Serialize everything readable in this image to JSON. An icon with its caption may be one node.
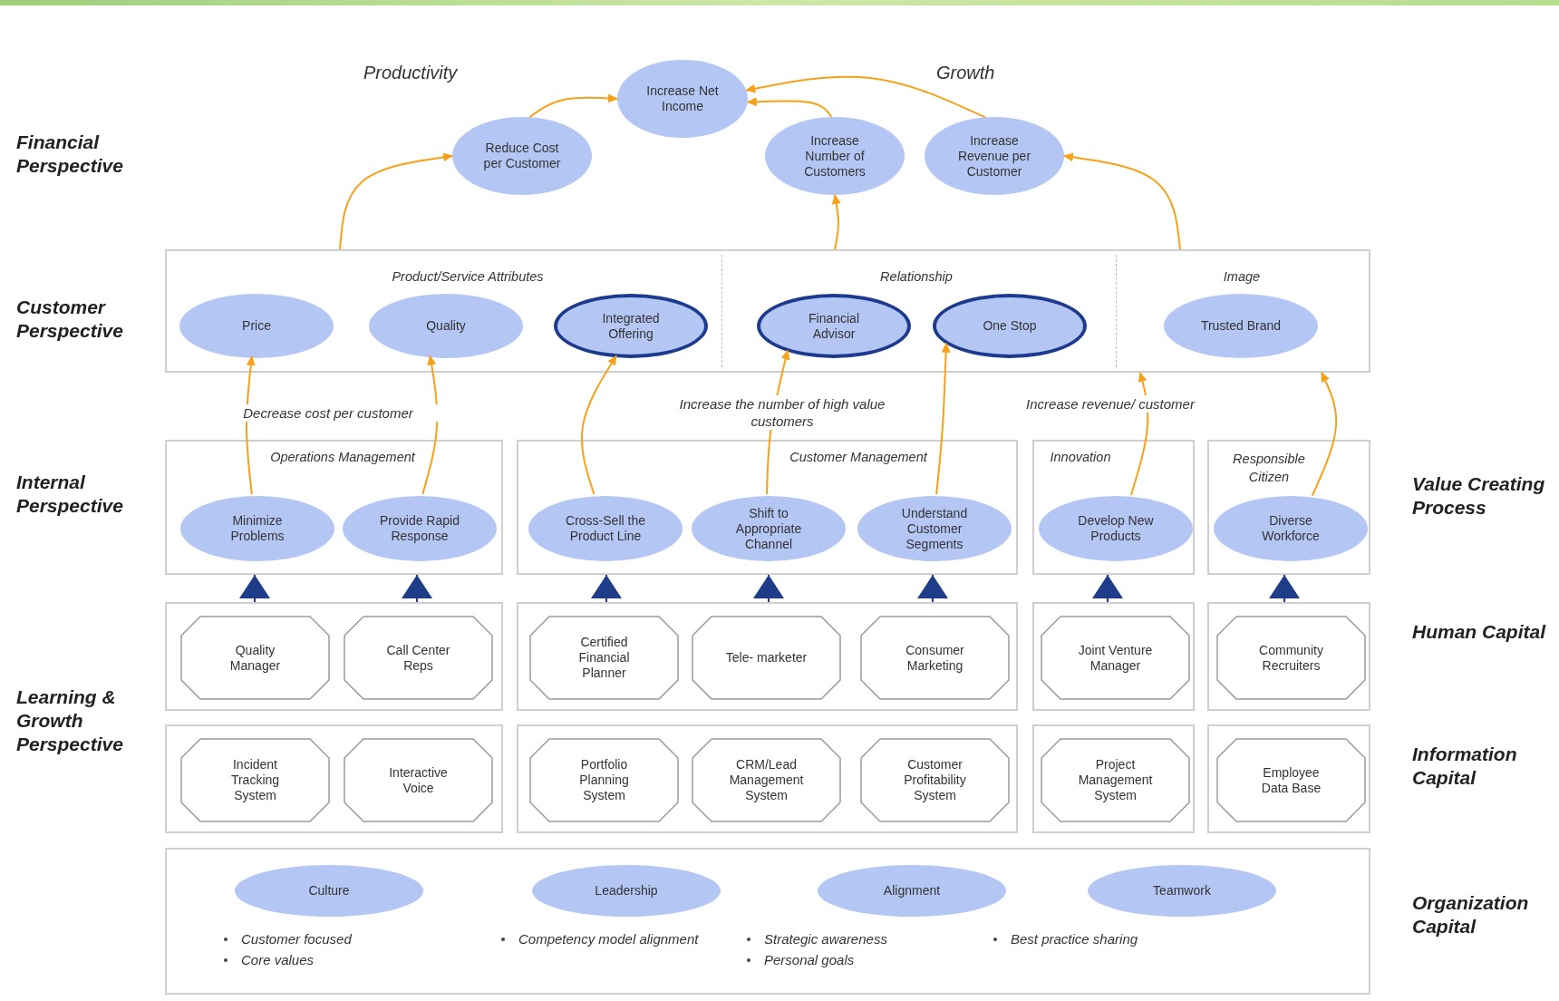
{
  "diagram": {
    "nodes": [
      {
        "text": [
          "Increase Net Income"
        ]
      },
      {
        "text": [
          "Reduce Cost per Customer"
        ]
      },
      {
        "text": [
          "Increase Number of Customers"
        ]
      },
      {
        "text": [
          "Increase Revenue per Customer"
        ]
      },
      {
        "text": [
          "Product/Service Attributes",
          "Relationship",
          "Image"
        ]
      },
      {
        "text": [
          "Price"
        ],
        "in": 4
      },
      {
        "text": [
          "Quality"
        ],
        "in": 4
      },
      {
        "text": [
          "Integrated Offering"
        ],
        "in": 4
      },
      {
        "text": [
          "Financial Advisor"
        ],
        "in": 4
      },
      {
        "text": [
          "One Stop"
        ],
        "in": 4
      },
      {
        "text": [
          "Trusted Brand"
        ],
        "in": 4
      },
      {
        "text": [
          "Operations Management"
        ]
      },
      {
        "text": [
          "Minimize Problems"
        ],
        "in": 11
      },
      {
        "text": [
          "Provide Rapid Response"
        ],
        "in": 11
      },
      {
        "text": [
          "Customer Management"
        ]
      },
      {
        "text": [
          "Cross-Sell the Product Line"
        ],
        "in": 14
      },
      {
        "text": [
          "Shift to Appropriate Channel"
        ],
        "in": 14
      },
      {
        "text": [
          "Understand Customer Segments"
        ],
        "in": 14
      },
      {
        "text": [
          "Innovation"
        ]
      },
      {
        "text": [
          "Develop New Products"
        ],
        "in": 18
      },
      {
        "text": [
          "Responsible Citizen"
        ]
      },
      {
        "text": [
          "Diverse Workforce"
        ],
        "in": 20
      },
      {
        "text": [],
        "shape": "box"
      },
      {
        "text": [
          "Quality Manager"
        ],
        "in": 22
      },
      {
        "text": [
          "Call Center Reps"
        ],
        "in": 22
      },
      {
        "text": [],
        "shape": "box"
      },
      {
        "text": [
          "Certified Financial Planner"
        ],
        "in": 25
      },
      {
        "text": [
          "Tele- marketer"
        ],
        "in": 25
      },
      {
        "text": [
          "Consumer Marketing"
        ],
        "in": 25
      },
      {
        "text": [],
        "shape": "box"
      },
      {
        "text": [
          "Joint Venture Manager"
        ],
        "in": 29
      },
      {
        "text": [],
        "shape": "box"
      },
      {
        "text": [
          "Community Recruiters"
        ],
        "in": 31
      },
      {
        "text": [],
        "shape": "box"
      },
      {
        "text": [
          "Incident Tracking System"
        ],
        "in": 33
      },
      {
        "text": [
          "Interactive Voice"
        ],
        "in": 33
      },
      {
        "text": [],
        "shape": "box"
      },
      {
        "text": [
          "Portfolio Planning System"
        ],
        "in": 36
      },
      {
        "text": [
          "CRM/Lead Management System"
        ],
        "in": 36
      },
      {
        "text": [
          "Customer Profitability System"
        ],
        "in": 36
      },
      {
        "text": [],
        "shape": "box"
      },
      {
        "text": [
          "Project Management System"
        ],
        "in": 40
      },
      {
        "text": [],
        "shape": "box"
      },
      {
        "text": [
          "Employee Data Base"
        ],
        "in": 42
      },
      {
        "text": [],
        "shape": "box"
      },
      {
        "text": [
          "Culture"
        ],
        "in": 44,
        "beside": [
          "Customer focused",
          "Core values"
        ]
      },
      {
        "text": [
          "Leadership"
        ],
        "in": 44,
        "beside": [
          "Competency model alignment"
        ]
      },
      {
        "text": [
          "Alignment"
        ],
        "in": 44,
        "beside": [
          "Strategic awareness",
          "Personal goals"
        ]
      },
      {
        "text": [
          "Teamwork"
        ],
        "in": 44,
        "beside": [
          "Best practice sharing"
        ]
      }
    ],
    "edges": [
      {
        "from": 1,
        "to": 0,
        "arrow": "to"
      },
      {
        "from": 2,
        "to": 0,
        "arrow": "to"
      },
      {
        "from": 3,
        "to": 0,
        "arrow": "to"
      },
      {
        "from": 4,
        "to": 1,
        "arrow": "to"
      },
      {
        "from": 4,
        "to": 2,
        "arrow": "to"
      },
      {
        "from": 4,
        "to": 3,
        "arrow": "to"
      },
      {
        "from": 12,
        "to": 5,
        "arrow": "to",
        "label": "Decrease cost per customer"
      },
      {
        "from": 13,
        "to": 6,
        "arrow": "to"
      },
      {
        "from": 15,
        "to": 7,
        "arrow": "to"
      },
      {
        "from": 16,
        "to": 8,
        "arrow": "to",
        "label": "Increase the number of high value customers"
      },
      {
        "from": 17,
        "to": 9,
        "arrow": "to"
      },
      {
        "from": 19,
        "to": 4,
        "arrow": "to",
        "label": "Increase revenue/ customer"
      },
      {
        "from": 21,
        "to": 4,
        "arrow": "to"
      },
      {
        "from": 22,
        "to": 11,
        "arrow": "to",
        "color": "#1f3c88"
      },
      {
        "from": 22,
        "to": 11,
        "arrow": "to",
        "color": "#1f3c88"
      },
      {
        "from": 25,
        "to": 14,
        "arrow": "to",
        "color": "#1f3c88"
      },
      {
        "from": 25,
        "to": 14,
        "arrow": "to",
        "color": "#1f3c88"
      },
      {
        "from": 25,
        "to": 14,
        "arrow": "to",
        "color": "#1f3c88"
      },
      {
        "from": 29,
        "to": 18,
        "arrow": "to",
        "color": "#1f3c88"
      },
      {
        "from": 31,
        "to": 20,
        "arrow": "to",
        "color": "#1f3c88"
      }
    ],
    "labels": [
      "Productivity",
      "Growth",
      "Financial Perspective",
      "Customer Perspective",
      "Internal Perspective",
      "Value Creating Process",
      "Human Capital",
      "Learning & Growth Perspective",
      "Information Capital",
      "Organization Capital"
    ]
  }
}
